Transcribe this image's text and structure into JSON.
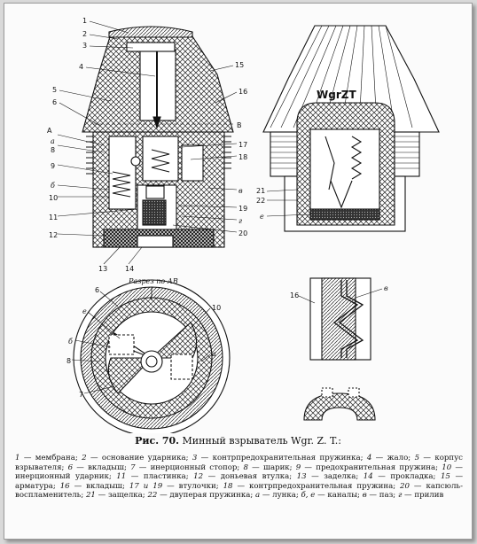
{
  "figure": {
    "caption_number": "Рис. 70.",
    "caption_title": "Минный взрыватель Wgr. Z. T.:",
    "section_label": "Разрез по АВ",
    "marking": "WgrZT",
    "labels": {
      "n1": "1",
      "n2": "2",
      "n3": "3",
      "n4": "4",
      "n5": "5",
      "n6": "6",
      "n7": "7",
      "n8": "8",
      "n9": "9",
      "n10": "10",
      "n11": "11",
      "n12": "12",
      "n13": "13",
      "n14": "14",
      "n15": "15",
      "n16": "16",
      "n17": "17",
      "n18": "18",
      "n19": "19",
      "n20": "20",
      "n21": "21",
      "n22": "22",
      "a": "а",
      "b": "б",
      "v": "в",
      "g": "г",
      "e": "е",
      "A": "А",
      "B": "В"
    }
  },
  "legend": [
    {
      "num": "1",
      "text": "мембрана;"
    },
    {
      "num": "2",
      "text": "основание ударника;"
    },
    {
      "num": "3",
      "text": "контрпредохранительная пружинка;"
    },
    {
      "num": "4",
      "text": "жало;"
    },
    {
      "num": "5",
      "text": "корпус взрывателя;"
    },
    {
      "num": "6",
      "text": "вкладыш;"
    },
    {
      "num": "7",
      "text": "инерционный стопор;"
    },
    {
      "num": "8",
      "text": "шарик;"
    },
    {
      "num": "9",
      "text": "предохранительная пружина;"
    },
    {
      "num": "10",
      "text": "инерционный ударник;"
    },
    {
      "num": "11",
      "text": "пластинка;"
    },
    {
      "num": "12",
      "text": "доньевая втулка;"
    },
    {
      "num": "13",
      "text": "заделка;"
    },
    {
      "num": "14",
      "text": "прокладка;"
    },
    {
      "num": "15",
      "text": "арматура;"
    },
    {
      "num": "16",
      "text": "вкладыш;"
    },
    {
      "num": "17 и 19",
      "text": "втулочки;"
    },
    {
      "num": "18",
      "text": "контрпредохранительная пружина;"
    },
    {
      "num": "20",
      "text": "капсюль-воспламенитель;"
    },
    {
      "num": "21",
      "text": "защелка;"
    },
    {
      "num": "22",
      "text": "двуперая пружинка;"
    },
    {
      "num": "а",
      "text": "лунка;"
    },
    {
      "num": "б, е",
      "text": "каналы;"
    },
    {
      "num": "в",
      "text": "паз;"
    },
    {
      "num": "г",
      "text": "прилив"
    }
  ]
}
